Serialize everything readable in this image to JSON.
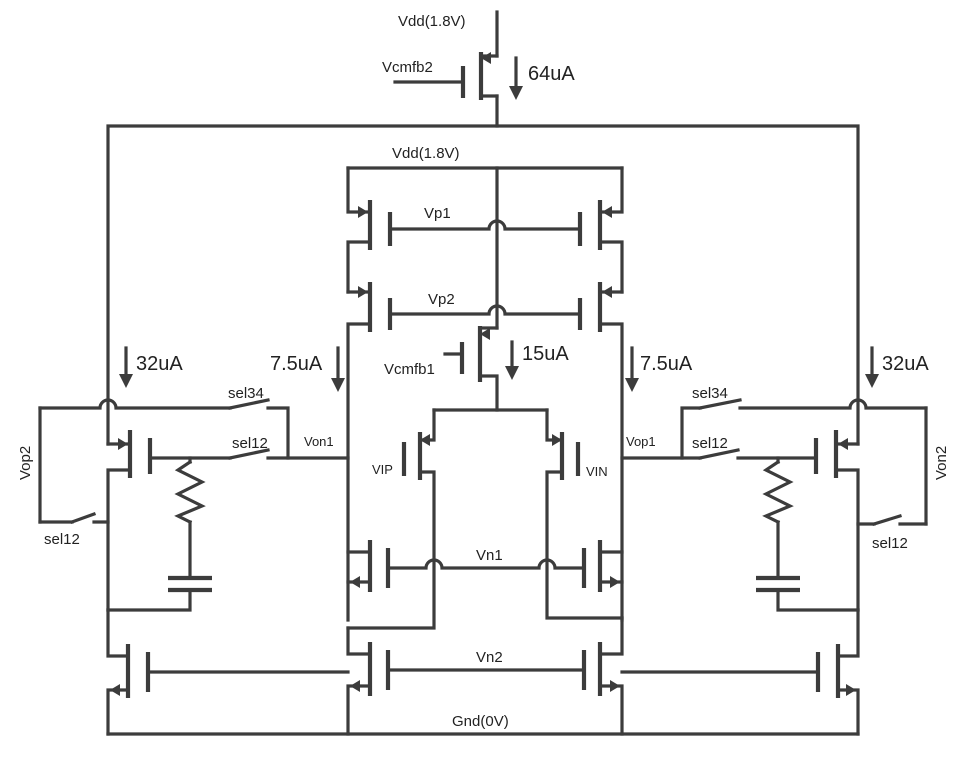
{
  "labels": {
    "vdd_top": "Vdd(1.8V)",
    "vcmfb2": "Vcmfb2",
    "i_64": "64uA",
    "vdd_inner": "Vdd(1.8V)",
    "vp1": "Vp1",
    "vp2": "Vp2",
    "i_32_left": "32uA",
    "i_7_5_left": "7.5uA",
    "vcmfb1": "Vcmfb1",
    "i_15": "15uA",
    "i_7_5_right": "7.5uA",
    "i_32_right": "32uA",
    "sel34_left": "sel34",
    "sel12_left": "sel12",
    "von1": "Von1",
    "vip": "VIP",
    "vin": "VIN",
    "vop1": "Vop1",
    "sel34_right": "sel34",
    "sel12_right": "sel12",
    "vop2": "Vop2",
    "von2": "Von2",
    "sel12_left_bottom": "sel12",
    "sel12_right_bottom": "sel12",
    "vn1": "Vn1",
    "vn2": "Vn2",
    "gnd": "Gnd(0V)"
  }
}
